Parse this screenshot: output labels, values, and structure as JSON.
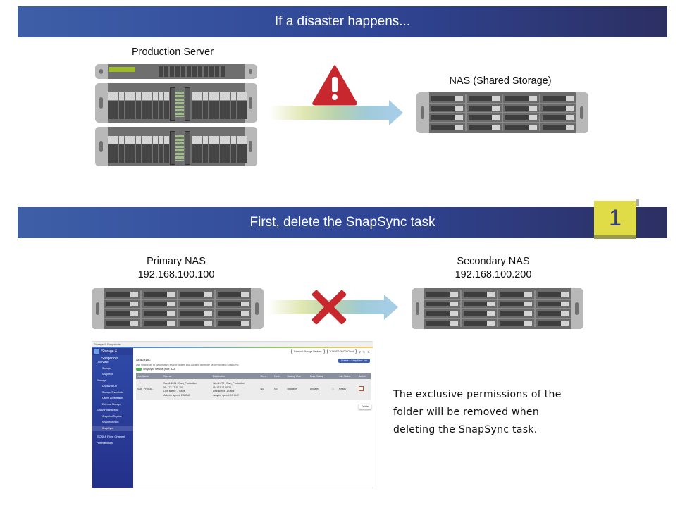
{
  "sections": [
    {
      "banner": "If a disaster happens..."
    },
    {
      "banner": "First, delete the SnapSync task",
      "step": "1"
    }
  ],
  "devices": {
    "production_server": "Production Server",
    "nas_shared": "NAS (Shared Storage)",
    "primary_nas": {
      "name": "Primary NAS",
      "ip": "192.168.100.100"
    },
    "secondary_nas": {
      "name": "Secondary NAS",
      "ip": "192.168.100.200"
    }
  },
  "icons": {
    "warning": "warning-triangle-icon",
    "blocked": "red-x-icon"
  },
  "colors": {
    "banner_start": "#3e5fa8",
    "banner_end": "#2c2f62",
    "step_badge": "#e0dc48",
    "warning_red": "#c8282d"
  },
  "message": [
    "The exclusive permissions of the",
    "folder will be removed when",
    "deleting the SnapSync task."
  ],
  "app": {
    "window_title": "Storage & Snapshots",
    "app_name": "Storage & Snapshots",
    "topbar": {
      "external": "External Storage Devices",
      "cloud": "VJBOD/VJBOD Cloud"
    },
    "sidebar": [
      {
        "label": "Overview",
        "children": [
          "Storage",
          "Snapshot"
        ]
      },
      {
        "label": "Storage",
        "children": [
          "Disks/VJBOD",
          "Storage/Snapshots",
          "Cache Acceleration",
          "External Storage"
        ]
      },
      {
        "label": "Snapshot Backup",
        "children": [
          "Snapshot Replica",
          "Snapshot Vault",
          "SnapSync"
        ]
      },
      {
        "label": "iSCSI & Fibre Channel",
        "children": []
      },
      {
        "label": "HybridMount",
        "children": []
      }
    ],
    "page_title": "SnapSync",
    "description": "Use snapshots to synchronize shared folders and LUNs to a remote server running SnapSync.",
    "service_toggle": "SnapSync Service (Port: 873)",
    "create_button": "Create a SnapSync Job",
    "table": {
      "headers": [
        "Job Name",
        "Source",
        "Destination",
        "Com...",
        "Ded...",
        "Backup Plan",
        "Data Status",
        "",
        "Job Status",
        "Action"
      ],
      "rows": [
        {
          "job_name": "Sam_Produc...",
          "source": [
            "Sam1-2001 : Sam_Production",
            "IP: 172.17.20.100",
            "Link speed: 1 Gbps",
            "Adapter speed: 2.5 GbE"
          ],
          "destination": [
            "Sam1-277 : Sam_Production",
            "IP: 172.17.20.24",
            "Link speed: 1 Gbps",
            "Adapter speed: 10 GbE"
          ],
          "compression": "No",
          "dedup": "No",
          "backup_plan": "Realtime",
          "data_status": "Updated",
          "job_status": "Ready"
        }
      ]
    },
    "tooltip": "Delete"
  }
}
